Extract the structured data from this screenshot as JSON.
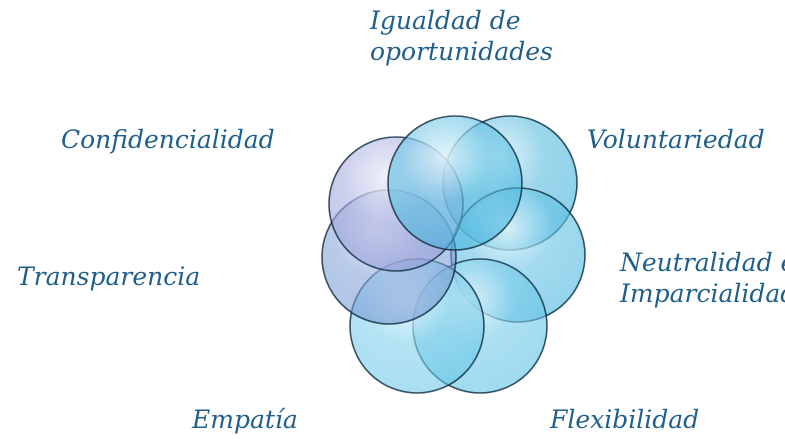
{
  "diagram": {
    "labels": {
      "igualdad": [
        "Igualdad de",
        "oportunidades"
      ],
      "voluntariedad": "Voluntariedad",
      "confidencialidad": "Confidencialidad",
      "neutralidad": [
        "Neutralidad e",
        "Imparcialidad"
      ],
      "transparencia": "Transparencia",
      "empatia": "Empatía",
      "flexibilidad": "Flexibilidad"
    },
    "circles": [
      {
        "name": "circle-voluntariedad",
        "fill": "#29a9d6"
      },
      {
        "name": "circle-neutralidad",
        "fill": "#39b1dc"
      },
      {
        "name": "circle-flexibilidad",
        "fill": "#4fbbe2"
      },
      {
        "name": "circle-empatia",
        "fill": "#5ec3e6"
      },
      {
        "name": "circle-transparencia",
        "fill": "#6a8fd0"
      },
      {
        "name": "circle-confidencialidad",
        "fill": "#8e96d6"
      },
      {
        "name": "circle-igualdad",
        "fill": "#35aedb"
      }
    ],
    "colors": {
      "label_text": "#1f5f8a",
      "circle_outline": "#0e2a3f"
    }
  }
}
